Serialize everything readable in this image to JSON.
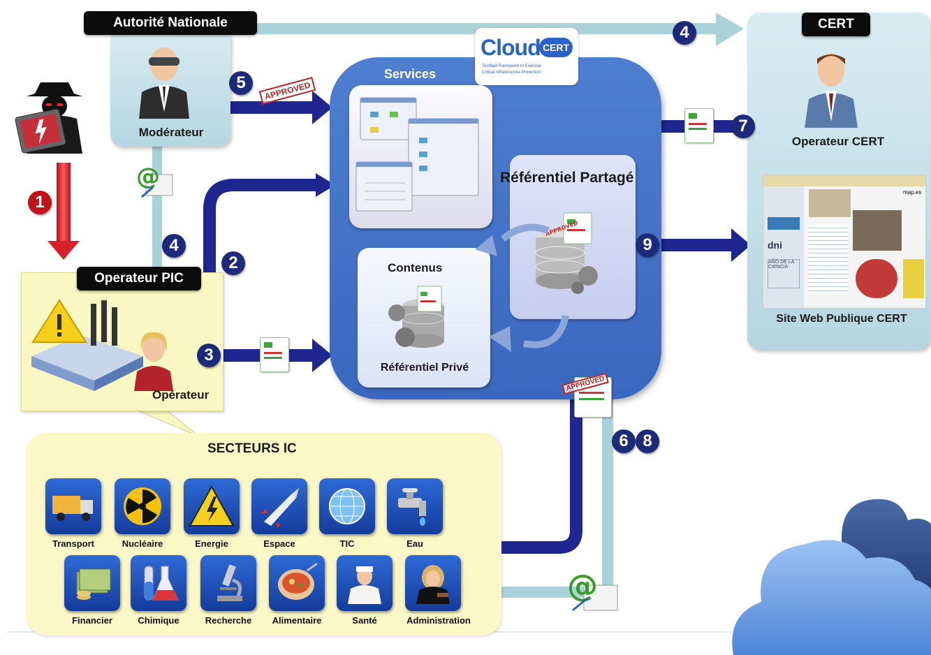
{
  "autorite": {
    "label": "Autorité Nationale",
    "moderateur": "Modérateur"
  },
  "cert": {
    "label": "CERT",
    "operateur": "Operateur CERT",
    "site": "Site Web Publique CERT"
  },
  "cloudcert": {
    "brand": "Cloud",
    "badge": "CERT",
    "tagline1": "TestBed Framework to Exercise",
    "tagline2": "Critical Infrastructure Protection"
  },
  "services": {
    "title": "Services"
  },
  "referentiel_partage": {
    "title": "Référentiel Partagé"
  },
  "contenus": {
    "title": "Contenus",
    "prive": "Référentiel Privé"
  },
  "operateur_pic": {
    "label": "Operateur PIC",
    "operateur": "Opérateur"
  },
  "secteurs": {
    "title": "SECTEURS IC",
    "items": [
      {
        "label": "Transport",
        "icon": "truck-icon"
      },
      {
        "label": "Nucléaire",
        "icon": "radiation-icon"
      },
      {
        "label": "Energie",
        "icon": "lightning-icon"
      },
      {
        "label": "Espace",
        "icon": "shuttle-icon"
      },
      {
        "label": "TIC",
        "icon": "globe-icon"
      },
      {
        "label": "Eau",
        "icon": "faucet-icon"
      },
      {
        "label": "Financier",
        "icon": "money-icon"
      },
      {
        "label": "Chimique",
        "icon": "flask-icon"
      },
      {
        "label": "Recherche",
        "icon": "microscope-icon"
      },
      {
        "label": "Alimentaire",
        "icon": "food-icon"
      },
      {
        "label": "Santé",
        "icon": "doctor-icon"
      },
      {
        "label": "Administration",
        "icon": "judge-icon"
      }
    ]
  },
  "stamp": "APPROVED",
  "website_snippet": {
    "dni": "dni",
    "map": "map.es",
    "ano": "AÑO DE LA CIENCIA"
  },
  "steps": {
    "s1": "1",
    "s2": "2",
    "s3": "3",
    "s4a": "4",
    "s4b": "4",
    "s5": "5",
    "s6": "6",
    "s7": "7",
    "s8": "8",
    "s9": "9"
  },
  "colors": {
    "dark_arrow": "#1f2690",
    "light_arrow": "#a9d3d8",
    "red_arrow": "#d5222a",
    "services_blue": "#4373c8"
  }
}
